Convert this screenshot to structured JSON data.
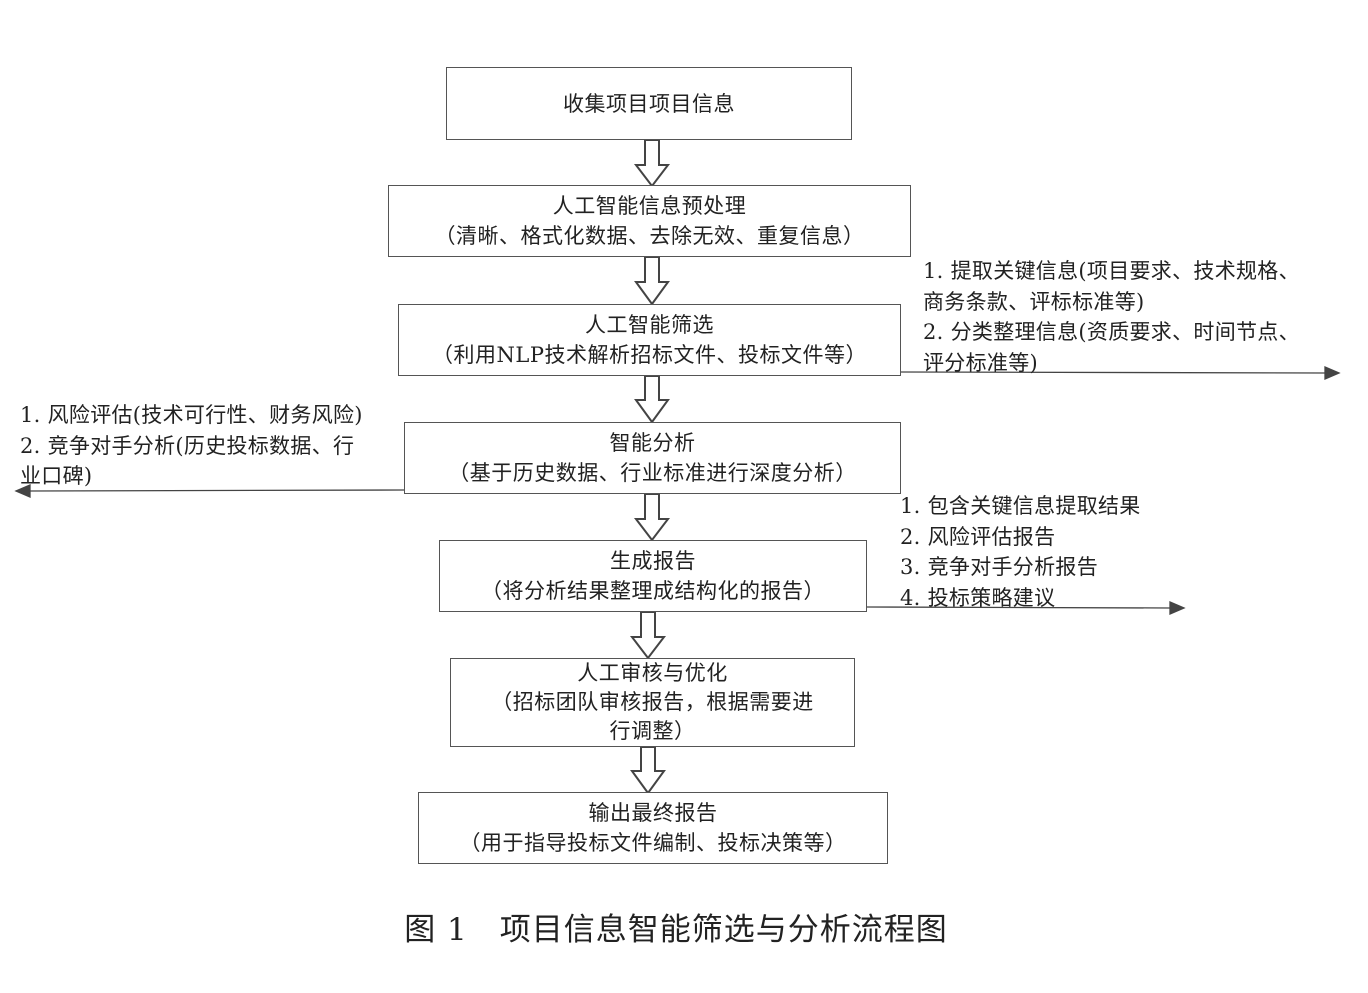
{
  "steps": [
    {
      "title": "收集项目项目信息",
      "detail": ""
    },
    {
      "title": "人工智能信息预处理",
      "detail": "（清晰、格式化数据、去除无效、重复信息）"
    },
    {
      "title": "人工智能筛选",
      "detail": "（利用NLP技术解析招标文件、投标文件等）"
    },
    {
      "title": "智能分析",
      "detail": "（基于历史数据、行业标准进行深度分析）"
    },
    {
      "title": "生成报告",
      "detail": "（将分析结果整理成结构化的报告）"
    },
    {
      "title": "人工审核与优化",
      "detail": "（招标团队审核报告，根据需要进",
      "detail2": "行调整）"
    },
    {
      "title": "输出最终报告",
      "detail": "（用于指导投标文件编制、投标决策等）"
    }
  ],
  "notes": {
    "screening_output": [
      "1. 提取关键信息(项目要求、技术规格、",
      "商务条款、评标标准等)",
      "2. 分类整理信息(资质要求、时间节点、",
      "评分标准等)"
    ],
    "analysis_output": [
      "1. 风险评估(技术可行性、财务风险)",
      "2. 竞争对手分析(历史投标数据、行",
      "业口碑)"
    ],
    "report_contents": [
      "1. 包含关键信息提取结果",
      "2. 风险评估报告",
      "3. 竞争对手分析报告",
      "4. 投标策略建议"
    ]
  },
  "caption": "图 1　项目信息智能筛选与分析流程图",
  "colors": {
    "border": "#555555",
    "text": "#222222",
    "arrow": "#444444"
  }
}
